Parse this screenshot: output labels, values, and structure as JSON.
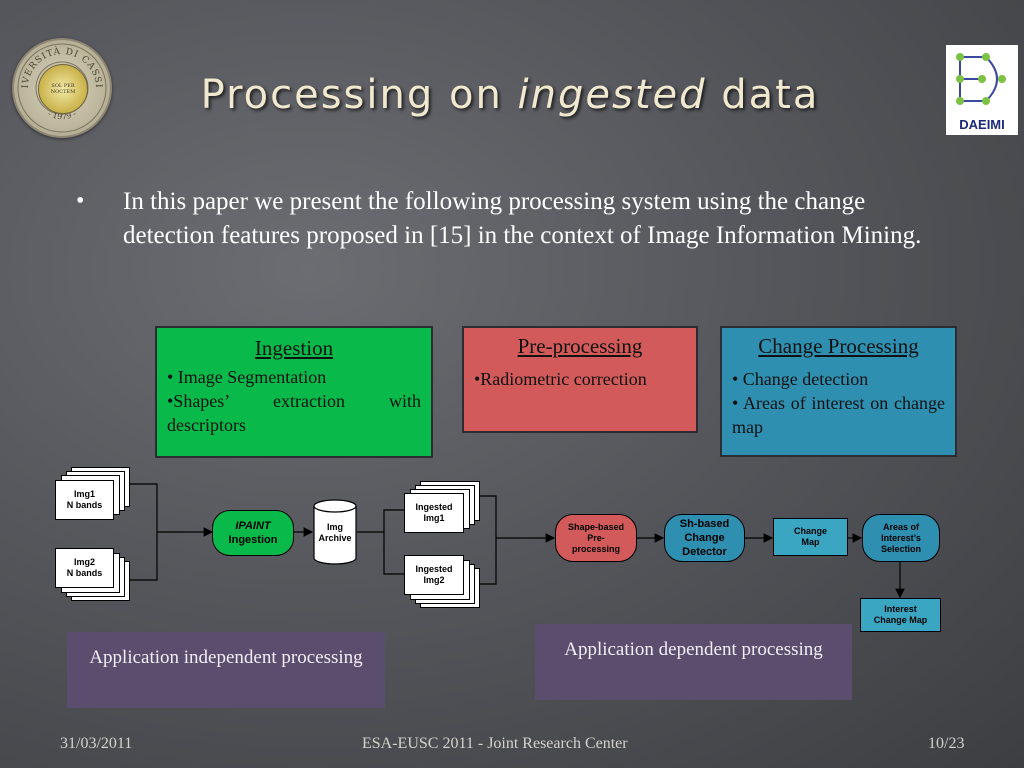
{
  "logos": {
    "left": {
      "ring_text": "UNIVERSITÀ DI CASSINO",
      "motto": "SOL PER NOCTEM",
      "year": "1979"
    },
    "right": {
      "text": "DAEIMI"
    }
  },
  "title": {
    "part1": "Processing on ",
    "part2": "ingested",
    "part3": " data"
  },
  "bullet": {
    "symbol": "•",
    "text": "In this paper we present the following processing system using the change detection features proposed in [15] in the context of Image Information Mining."
  },
  "categories": {
    "ingestion": {
      "header": "Ingestion",
      "item1": "• Image Segmentation",
      "item2": "•Shapes’ extraction with descriptors",
      "color": "#09ba4a"
    },
    "preprocessing": {
      "header": "Pre-processing",
      "item1": "•Radiometric correction",
      "color": "#d35a5a"
    },
    "change": {
      "header": "Change Processing",
      "item1": "• Change detection",
      "item2": "• Areas of interest on change map",
      "color": "#2e8fb0"
    }
  },
  "flow": {
    "img1": "Img1\nN bands",
    "img2": "Img2\nN bands",
    "ipaint_line1": "IPAINT",
    "ipaint_line2": "Ingestion",
    "archive": "Img\nArchive",
    "ingested1": "Ingested\nImg1",
    "ingested2": "Ingested\nImg2",
    "shape_based": "Shape-based\nPre-\nprocessing",
    "sh_detector": "Sh-based\nChange\nDetector",
    "change_map": "Change\nMap",
    "areas": "Areas of\nInterest’s\nSelection",
    "interest_map": "Interest\nChange Map"
  },
  "application": {
    "independent": "Application independent processing",
    "dependent": "Application dependent processing"
  },
  "footer": {
    "date": "31/03/2011",
    "center": "ESA-EUSC 2011 - Joint Research Center",
    "page": "10/23"
  }
}
